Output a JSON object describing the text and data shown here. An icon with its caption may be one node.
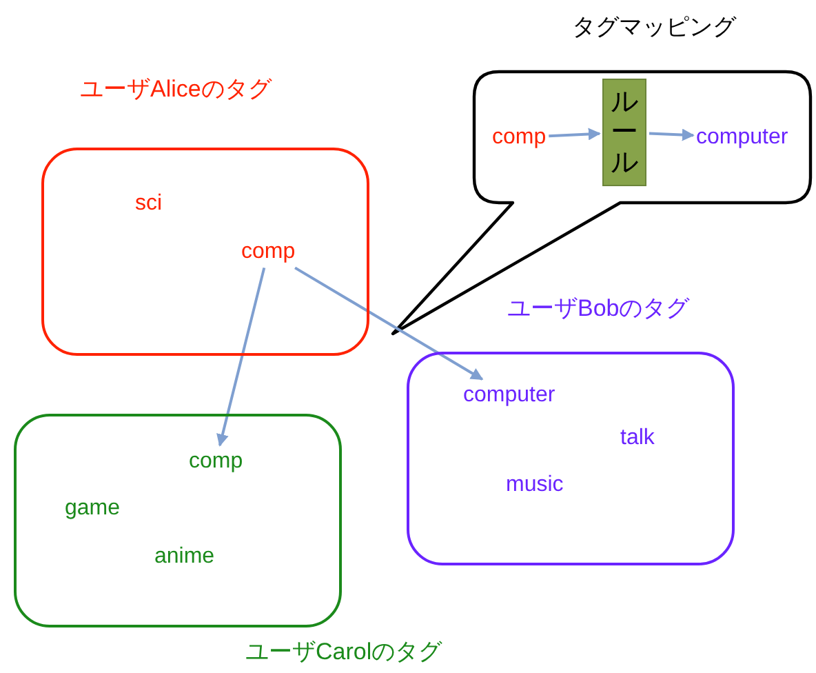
{
  "diagram": {
    "nodes": [
      {
        "text": [
          "ユーザAliceのタグ"
        ]
      },
      {
        "text": [
          "sci"
        ],
        "in": 0
      },
      {
        "text": [
          "comp"
        ],
        "in": 0
      },
      {
        "text": [
          "タグマッピング"
        ]
      },
      {
        "text": [
          "comp"
        ],
        "in": 3
      },
      {
        "text": [
          "ルール"
        ],
        "in": 3
      },
      {
        "text": [
          "computer"
        ],
        "in": 3
      },
      {
        "text": [
          "ユーザBobのタグ"
        ]
      },
      {
        "text": [
          "computer"
        ],
        "in": 7
      },
      {
        "text": [
          "talk"
        ],
        "in": 7
      },
      {
        "text": [
          "music"
        ],
        "in": 7
      },
      {
        "text": [
          "ユーザCarolのタグ"
        ]
      },
      {
        "text": [
          "comp"
        ],
        "in": 11
      },
      {
        "text": [
          "game"
        ],
        "in": 11
      },
      {
        "text": [
          "anime"
        ],
        "in": 11
      }
    ],
    "edges": [
      {
        "from": 2,
        "to": 12,
        "arrow": "to"
      },
      {
        "from": 2,
        "to": 8,
        "arrow": "to"
      },
      {
        "from": 4,
        "to": 5,
        "arrow": "to"
      },
      {
        "from": 5,
        "to": 6,
        "arrow": "to"
      }
    ]
  }
}
